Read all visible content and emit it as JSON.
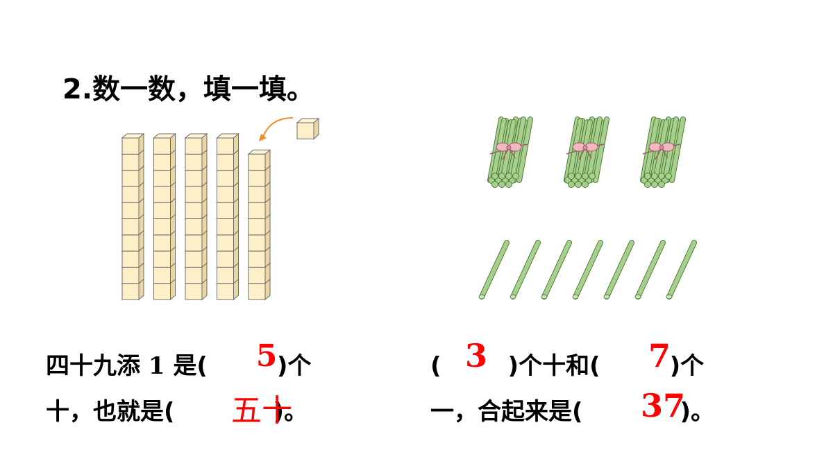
{
  "title": "2.数一数，填一填。",
  "colors": {
    "answer": "#ff0000",
    "text": "#000000",
    "cube_fill": "#fdf0c8",
    "cube_stroke": "#6b6b6b",
    "stick_fill": "#a8d08d",
    "stick_stroke": "#4f7a3a",
    "bow": "#f2b8c0",
    "arrow": "#f08a24"
  },
  "left_figure": {
    "icon": "base-ten-blocks",
    "full_rods": 4,
    "partial_rod_cubes": 9,
    "extra_cubes": 1,
    "cubes_per_rod": 10
  },
  "right_figure": {
    "icon": "counting-sticks",
    "bundles": 3,
    "loose_sticks": 7
  },
  "left_question": {
    "line1_a": "四十九添",
    "line1_num": "1",
    "line1_b": "是(",
    "line1_c": ")个",
    "line2_a": "十，也就是(",
    "line2_b": ")。",
    "answer1": "5",
    "answer2": "五十"
  },
  "right_question": {
    "line1_a": "(",
    "line1_b": ")个十和(",
    "line1_c": ")个",
    "line2_a": "一，合起来是(",
    "line2_b": ")。",
    "answer1": "3",
    "answer2": "7",
    "answer3": "37"
  }
}
